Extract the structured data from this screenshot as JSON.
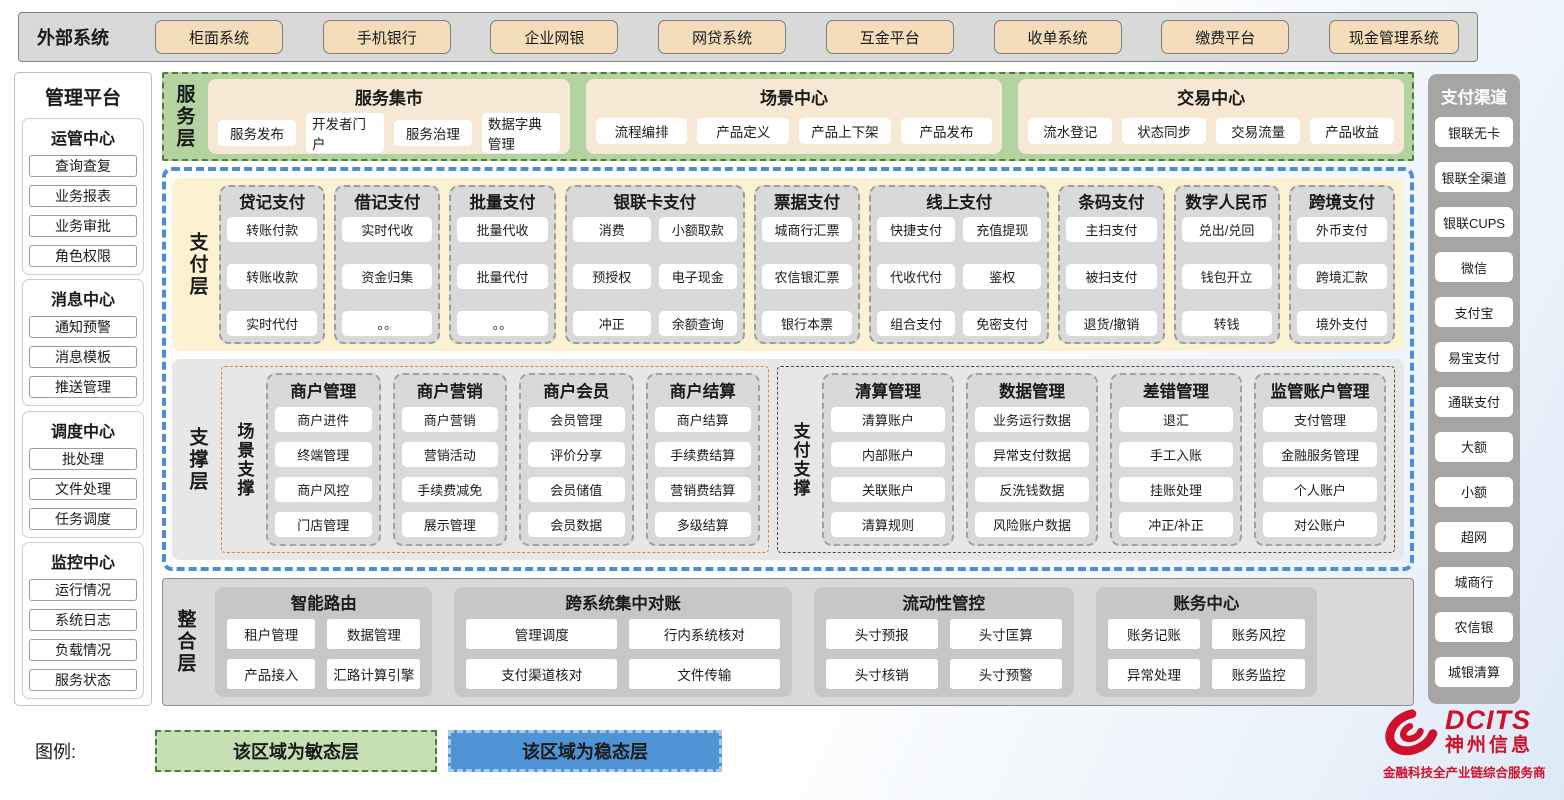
{
  "external_systems": {
    "label": "外部系统",
    "items": [
      "柜面系统",
      "手机银行",
      "企业网银",
      "网贷系统",
      "互金平台",
      "收单系统",
      "缴费平台",
      "现金管理系统"
    ]
  },
  "management_platform": {
    "title": "管理平台",
    "groups": [
      {
        "title": "运管中心",
        "items": [
          "查询查复",
          "业务报表",
          "业务审批",
          "角色权限"
        ]
      },
      {
        "title": "消息中心",
        "items": [
          "通知预警",
          "消息模板",
          "推送管理"
        ]
      },
      {
        "title": "调度中心",
        "items": [
          "批处理",
          "文件处理",
          "任务调度"
        ]
      },
      {
        "title": "监控中心",
        "items": [
          "运行情况",
          "系统日志",
          "负载情况",
          "服务状态"
        ]
      }
    ]
  },
  "service_layer": {
    "label": "服务层",
    "groups": [
      {
        "title": "服务集市",
        "items": [
          "服务发布",
          "开发者门户",
          "服务治理",
          "数据字典管理"
        ]
      },
      {
        "title": "场景中心",
        "items": [
          "流程编排",
          "产品定义",
          "产品上下架",
          "产品发布"
        ]
      },
      {
        "title": "交易中心",
        "items": [
          "流水登记",
          "状态同步",
          "交易流量",
          "产品收益"
        ]
      }
    ]
  },
  "payment_layer": {
    "label": "支付层",
    "columns": [
      {
        "title": "贷记支付",
        "cols": 1,
        "items": [
          "转账付款",
          "转账收款",
          "实时代付"
        ]
      },
      {
        "title": "借记支付",
        "cols": 1,
        "items": [
          "实时代收",
          "资金归集",
          "。。"
        ]
      },
      {
        "title": "批量支付",
        "cols": 1,
        "items": [
          "批量代收",
          "批量代付",
          "。。"
        ]
      },
      {
        "title": "银联卡支付",
        "cols": 2,
        "items": [
          "消费",
          "小额取款",
          "预授权",
          "电子现金",
          "冲正",
          "余额查询"
        ]
      },
      {
        "title": "票据支付",
        "cols": 1,
        "items": [
          "城商行汇票",
          "农信银汇票",
          "银行本票"
        ]
      },
      {
        "title": "线上支付",
        "cols": 2,
        "items": [
          "快捷支付",
          "充值提现",
          "代收代付",
          "鉴权",
          "组合支付",
          "免密支付"
        ]
      },
      {
        "title": "条码支付",
        "cols": 1,
        "items": [
          "主扫支付",
          "被扫支付",
          "退货/撤销"
        ]
      },
      {
        "title": "数字人民币",
        "cols": 1,
        "items": [
          "兑出/兑回",
          "钱包开立",
          "转钱"
        ]
      },
      {
        "title": "跨境支付",
        "cols": 1,
        "items": [
          "外币支付",
          "跨境汇款",
          "境外支付"
        ]
      }
    ]
  },
  "support_layer": {
    "label": "支撑层",
    "scene_support": {
      "label": "场景支撑",
      "columns": [
        {
          "title": "商户管理",
          "items": [
            "商户进件",
            "终端管理",
            "商户风控",
            "门店管理"
          ]
        },
        {
          "title": "商户营销",
          "items": [
            "商户营销",
            "营销活动",
            "手续费减免",
            "展示管理"
          ]
        },
        {
          "title": "商户会员",
          "items": [
            "会员管理",
            "评价分享",
            "会员储值",
            "会员数据"
          ]
        },
        {
          "title": "商户结算",
          "items": [
            "商户结算",
            "手续费结算",
            "营销费结算",
            "多级结算"
          ]
        }
      ]
    },
    "payment_support": {
      "label": "支付支撑",
      "columns": [
        {
          "title": "清算管理",
          "items": [
            "清算账户",
            "内部账户",
            "关联账户",
            "清算规则"
          ]
        },
        {
          "title": "数据管理",
          "items": [
            "业务运行数据",
            "异常支付数据",
            "反洗钱数据",
            "风险账户数据"
          ]
        },
        {
          "title": "差错管理",
          "items": [
            "退汇",
            "手工入账",
            "挂账处理",
            "冲正/补正"
          ]
        },
        {
          "title": "监管账户管理",
          "items": [
            "支付管理",
            "金融服务管理",
            "个人账户",
            "对公账户"
          ]
        }
      ]
    }
  },
  "integration_layer": {
    "label": "整合层",
    "groups": [
      {
        "title": "智能路由",
        "items": [
          "租户管理",
          "数据管理",
          "产品接入",
          "汇路计算引擎"
        ]
      },
      {
        "title": "跨系统集中对账",
        "items": [
          "管理调度",
          "行内系统核对",
          "支付渠道核对",
          "文件传输"
        ]
      },
      {
        "title": "流动性管控",
        "items": [
          "头寸预报",
          "头寸匡算",
          "头寸核销",
          "头寸预警"
        ]
      },
      {
        "title": "账务中心",
        "items": [
          "账务记账",
          "账务风控",
          "异常处理",
          "账务监控"
        ]
      }
    ]
  },
  "payment_channels": {
    "title": "支付渠道",
    "items": [
      "银联无卡",
      "银联全渠道",
      "银联CUPS",
      "微信",
      "支付宝",
      "易宝支付",
      "通联支付",
      "大额",
      "小额",
      "超网",
      "城商行",
      "农信银",
      "城银清算"
    ]
  },
  "legend": {
    "label": "图例:",
    "agile": "该区域为敏态层",
    "stable": "该区域为稳态层"
  },
  "logo": {
    "name": "DCITS",
    "company": "神州信息",
    "tagline": "金融科技全产业链综合服务商"
  },
  "colors": {
    "agile_green": "#c5e0b3",
    "agile_border": "#4e7f35",
    "stable_blue": "#4f93d4",
    "payment_cream": "#fcf1d1",
    "brand_red": "#d0112b"
  }
}
